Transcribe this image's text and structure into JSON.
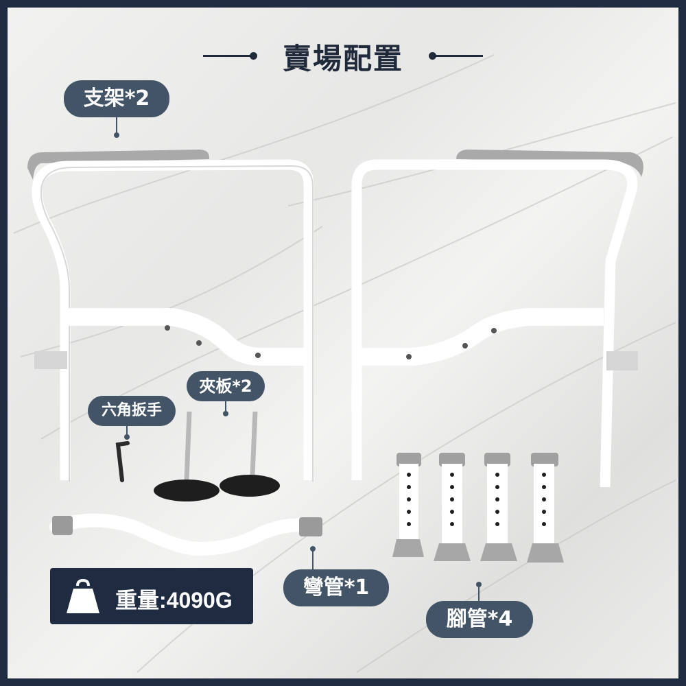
{
  "title": "賣場配置",
  "labels": {
    "bracket": "支架*2",
    "clamp": "夾板*2",
    "hex_wrench": "六角扳手",
    "bent_pipe": "彎管*1",
    "leg_pipe": "腳管*4"
  },
  "weight": {
    "text": "重量:4090G",
    "icon": "weight-icon"
  },
  "colors": {
    "frame": "#1f2b40",
    "label_bg": "#445467",
    "label_text": "#ffffff"
  }
}
